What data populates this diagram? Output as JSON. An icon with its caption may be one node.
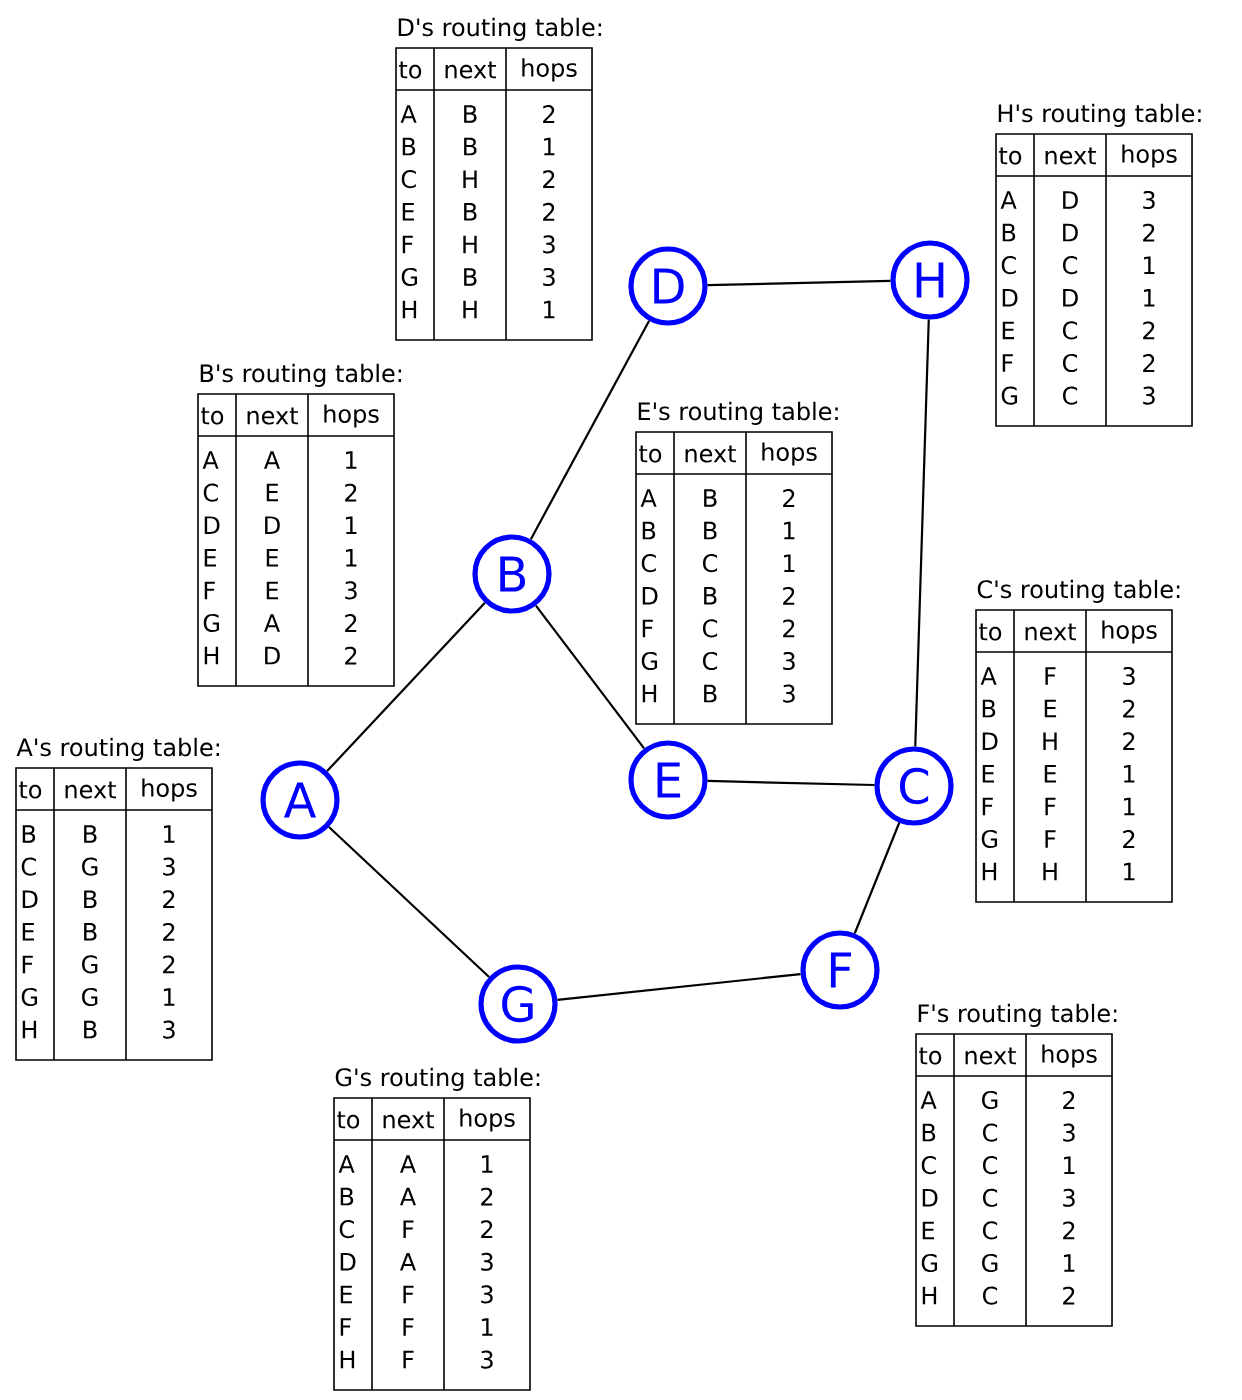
{
  "diagram": {
    "nodes": [
      {
        "text": [
          "A"
        ]
      },
      {
        "text": [
          "B"
        ]
      },
      {
        "text": [
          "D"
        ]
      },
      {
        "text": [
          "H"
        ]
      },
      {
        "text": [
          "E"
        ]
      },
      {
        "text": [
          "C"
        ]
      },
      {
        "text": [
          "F"
        ]
      },
      {
        "text": [
          "G"
        ]
      }
    ],
    "edges": [
      {
        "from": 0,
        "to": 1,
        "arrow": "none"
      },
      {
        "from": 1,
        "to": 2,
        "arrow": "none"
      },
      {
        "from": 2,
        "to": 3,
        "arrow": "none"
      },
      {
        "from": 3,
        "to": 5,
        "arrow": "none"
      },
      {
        "from": 1,
        "to": 4,
        "arrow": "none"
      },
      {
        "from": 4,
        "to": 5,
        "arrow": "none"
      },
      {
        "from": 5,
        "to": 6,
        "arrow": "none"
      },
      {
        "from": 6,
        "to": 7,
        "arrow": "none"
      },
      {
        "from": 7,
        "to": 0,
        "arrow": "none"
      }
    ],
    "labels": [
      "D's routing table:",
      "to",
      "next",
      "hops",
      "A",
      "B",
      "2",
      "B",
      "B",
      "1",
      "C",
      "H",
      "2",
      "E",
      "B",
      "2",
      "F",
      "H",
      "3",
      "G",
      "B",
      "3",
      "H",
      "H",
      "1",
      "H's routing table:",
      "to",
      "next",
      "hops",
      "A",
      "D",
      "3",
      "B",
      "D",
      "2",
      "C",
      "C",
      "1",
      "D",
      "D",
      "1",
      "E",
      "C",
      "2",
      "F",
      "C",
      "2",
      "G",
      "C",
      "3",
      "B's routing table:",
      "to",
      "next",
      "hops",
      "A",
      "A",
      "1",
      "C",
      "E",
      "2",
      "D",
      "D",
      "1",
      "E",
      "E",
      "1",
      "F",
      "E",
      "3",
      "G",
      "A",
      "2",
      "H",
      "D",
      "2",
      "E's routing table:",
      "to",
      "next",
      "hops",
      "A",
      "B",
      "2",
      "B",
      "B",
      "1",
      "C",
      "C",
      "1",
      "D",
      "B",
      "2",
      "F",
      "C",
      "2",
      "G",
      "C",
      "3",
      "H",
      "B",
      "3",
      "C's routing table:",
      "to",
      "next",
      "hops",
      "A",
      "F",
      "3",
      "B",
      "E",
      "2",
      "D",
      "H",
      "2",
      "E",
      "E",
      "1",
      "F",
      "F",
      "1",
      "G",
      "F",
      "2",
      "H",
      "H",
      "1",
      "A's routing table:",
      "to",
      "next",
      "hops",
      "B",
      "B",
      "1",
      "C",
      "G",
      "3",
      "D",
      "B",
      "2",
      "E",
      "B",
      "2",
      "F",
      "G",
      "2",
      "G",
      "G",
      "1",
      "H",
      "B",
      "3",
      "F's routing table:",
      "to",
      "next",
      "hops",
      "A",
      "G",
      "2",
      "B",
      "C",
      "3",
      "C",
      "C",
      "1",
      "D",
      "C",
      "3",
      "E",
      "C",
      "2",
      "G",
      "G",
      "1",
      "H",
      "C",
      "2",
      "G's routing table:",
      "to",
      "next",
      "hops",
      "A",
      "A",
      "1",
      "B",
      "A",
      "2",
      "C",
      "F",
      "2",
      "D",
      "A",
      "3",
      "E",
      "F",
      "3",
      "F",
      "F",
      "1",
      "H",
      "F",
      "3"
    ]
  }
}
